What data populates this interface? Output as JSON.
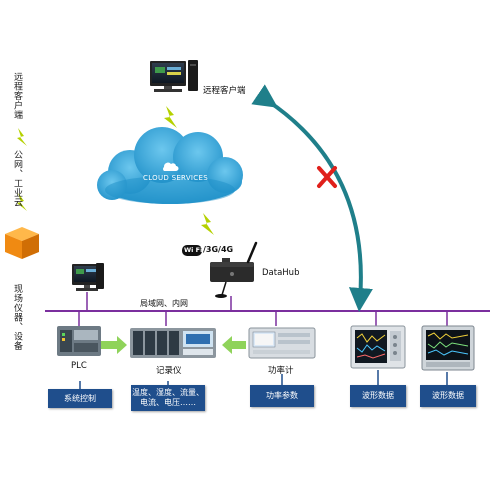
{
  "left_labels": {
    "remote_client": "远程客户端",
    "public_cloud": "公网、工业云",
    "field_devices": "现场仪器、设备"
  },
  "remote_client_label": "远程客户端",
  "cloud_label": "CLOUD SERVICES",
  "wifi_label": "Wi Fi",
  "network_label": "/3G/4G",
  "datahub_label": "DataHub",
  "lan_label": "局域网、内网",
  "devices": {
    "plc": "PLC",
    "recorder": "记录仪",
    "power_meter": "功率计"
  },
  "boxes": {
    "system_control": "系统控制",
    "recorder_data_line1": "温度、湿度、流量、",
    "recorder_data_line2": "电流、电压……",
    "power_params": "功率参数",
    "waveform1": "波形数据",
    "waveform2": "波形数据"
  },
  "colors": {
    "bus": "#7b2f9e",
    "arrow_teal": "#1f7f8a",
    "flow_green": "#8fd35a",
    "box_blue": "#1f4e8c",
    "lightning": "#b5d100",
    "cloud": "#3aa9dc",
    "cross": "#e0201b",
    "orange": "#f39a1e"
  }
}
